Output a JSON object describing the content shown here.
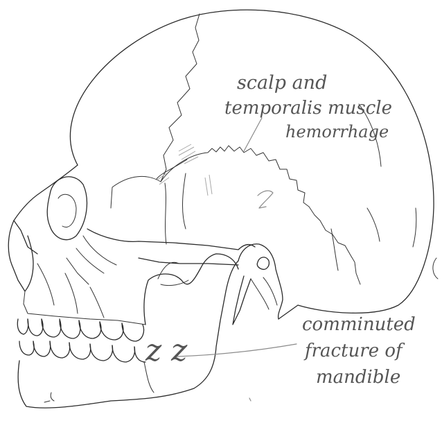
{
  "annotations": {
    "scalp": [
      "scalp and",
      "temporalis muscle",
      "hemorrhage"
    ],
    "fracture": [
      "comminuted",
      "fracture of",
      "mandible"
    ]
  },
  "marks": {
    "fracture_symbol": "z z"
  },
  "colors": {
    "ink": "#2a2a2a",
    "pencil": "#8a8a8a",
    "background": "#ffffff"
  }
}
